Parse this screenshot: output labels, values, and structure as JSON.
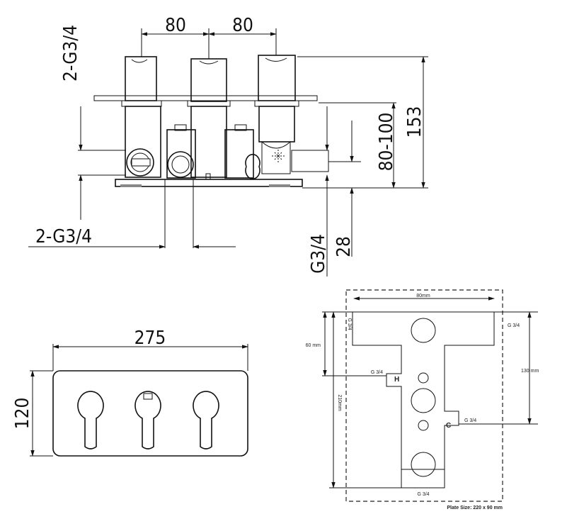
{
  "top_view": {
    "dim_top_left": "80",
    "dim_top_right": "80",
    "dim_left_vertical": "2-G3/4",
    "dim_left_horizontal": "2-G3/4",
    "dim_right_range": "80-100",
    "dim_right_total": "153",
    "dim_bottom_thread": "G3/4",
    "dim_bottom_offset": "28"
  },
  "plate_view": {
    "width_label": "275",
    "height_label": "120"
  },
  "schematic": {
    "top_width": "80mm",
    "left_height": "60 mm",
    "right_height": "130 mm",
    "total_height": "210mm",
    "label_g34_tl": "G 3/4",
    "label_g34_tr": "G 3/4",
    "label_g34_left": "G 3/4",
    "label_h": "H",
    "label_c": "C",
    "label_g34_right": "G 3/4",
    "label_g34_bottom": "G 3/4",
    "plate_size": "Plate Size: 220 x 90 mm"
  }
}
